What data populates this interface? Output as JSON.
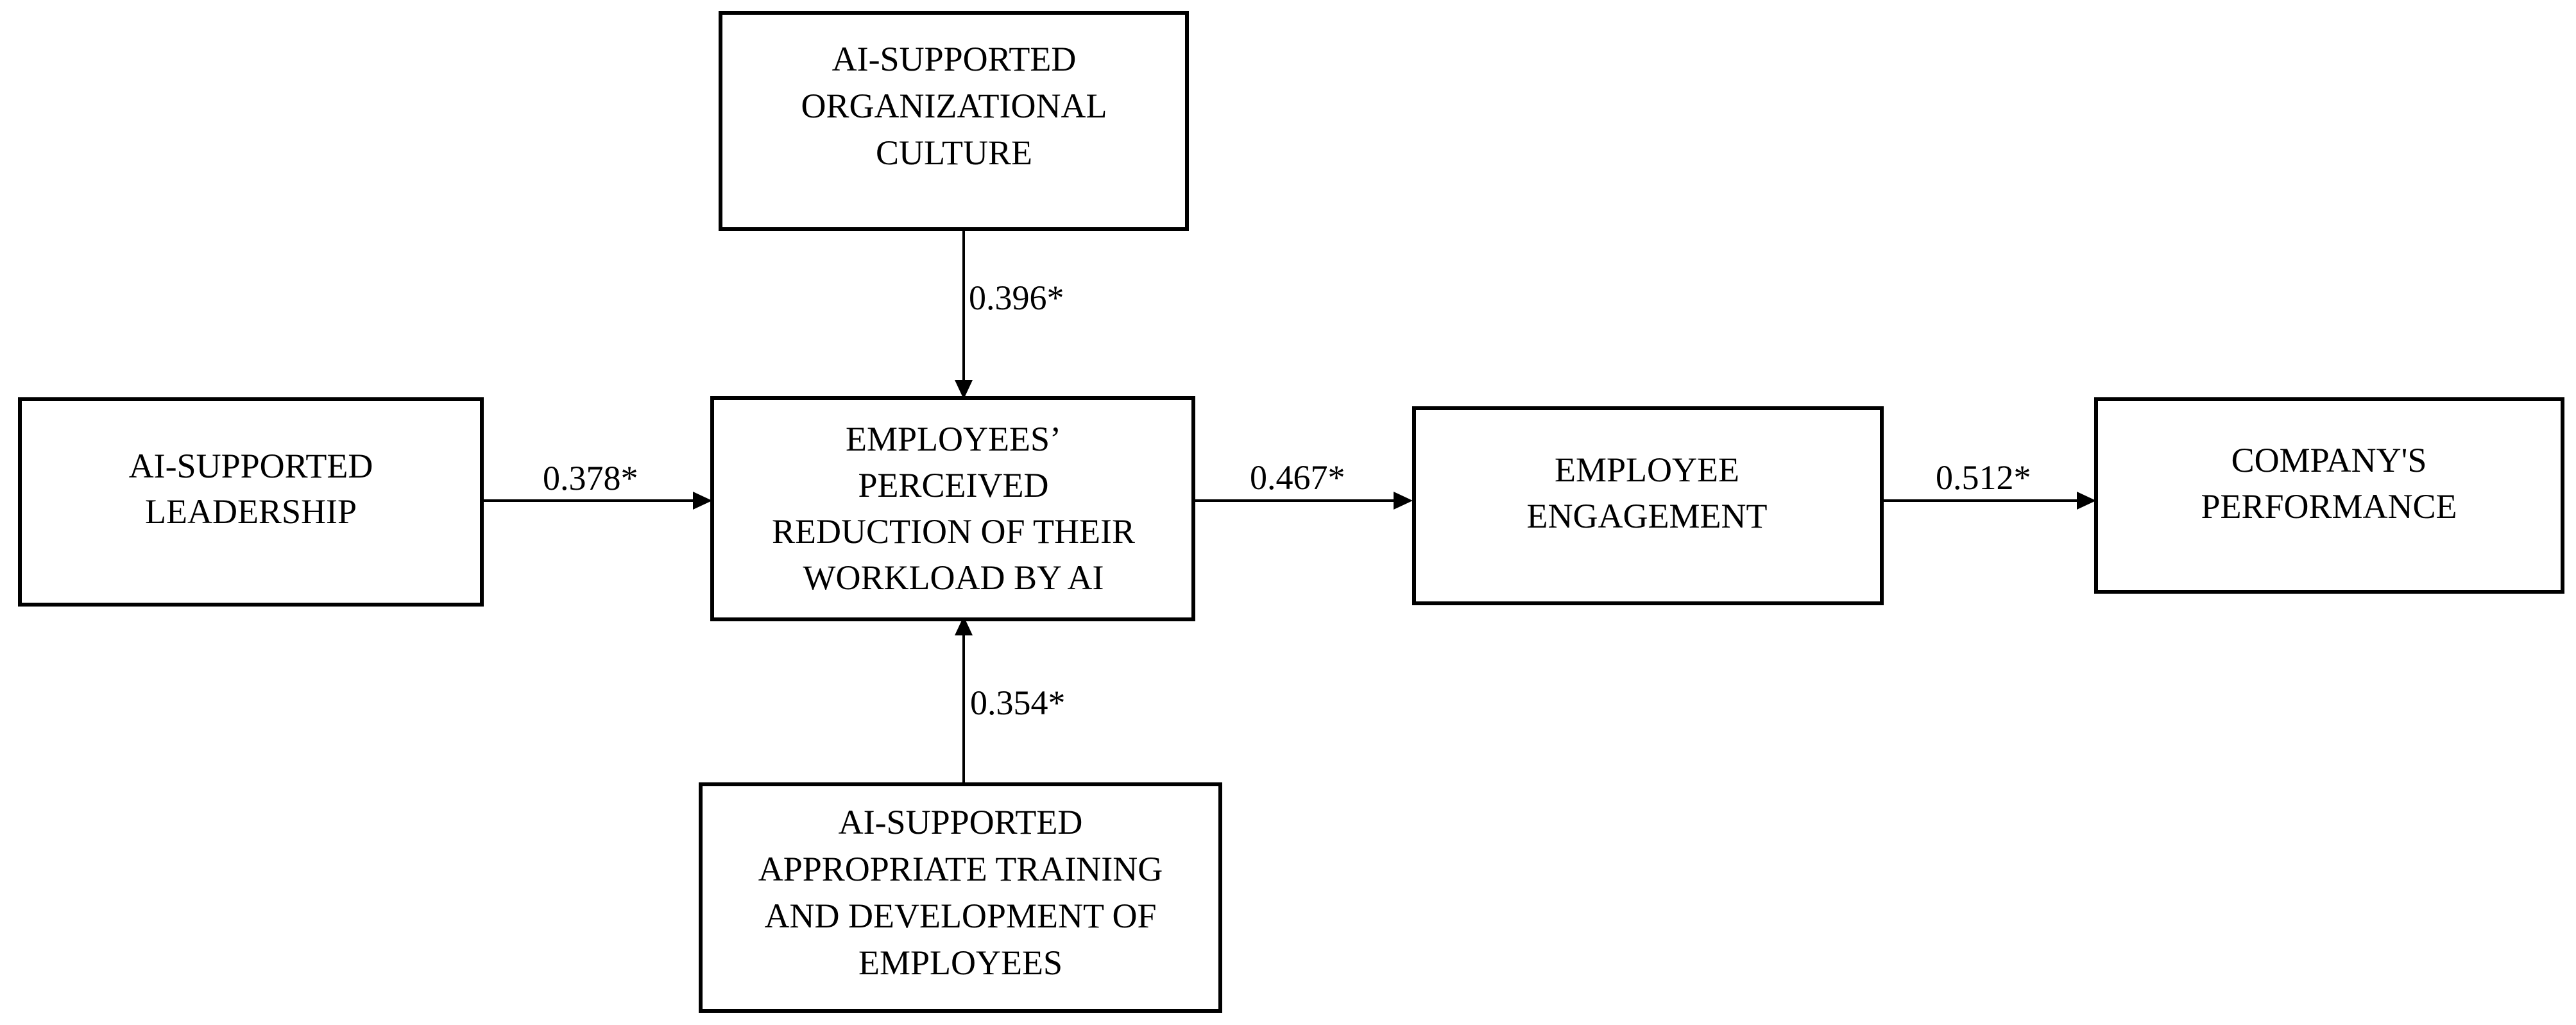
{
  "nodes": {
    "culture": {
      "lines": [
        "AI-SUPPORTED",
        "ORGANIZATIONAL",
        "CULTURE"
      ]
    },
    "leadership": {
      "lines": [
        "AI-SUPPORTED",
        "LEADERSHIP"
      ]
    },
    "workload": {
      "lines": [
        "EMPLOYEES’",
        "PERCEIVED",
        "REDUCTION OF THEIR",
        "WORKLOAD BY AI"
      ]
    },
    "engagement": {
      "lines": [
        "EMPLOYEE",
        "ENGAGEMENT"
      ]
    },
    "performance": {
      "lines": [
        "COMPANY'S",
        "PERFORMANCE"
      ]
    },
    "training": {
      "lines": [
        "AI-SUPPORTED",
        "APPROPRIATE TRAINING",
        "AND DEVELOPMENT OF",
        "EMPLOYEES"
      ]
    }
  },
  "edges": {
    "culture_to_workload": {
      "label": "0.396*"
    },
    "leadership_to_workload": {
      "label": "0.378*"
    },
    "training_to_workload": {
      "label": "0.354*"
    },
    "workload_to_engagement": {
      "label": "0.467*"
    },
    "engagement_to_performance": {
      "label": "0.512*"
    }
  }
}
